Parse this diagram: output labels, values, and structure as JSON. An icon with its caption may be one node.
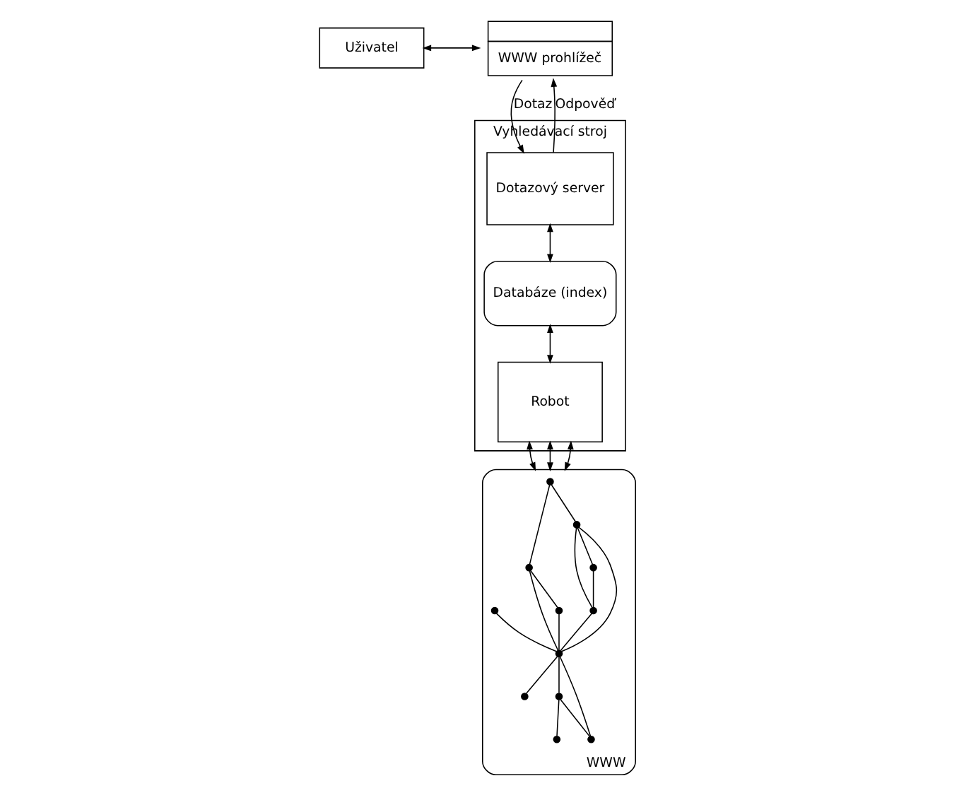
{
  "diagram": {
    "nodes": [
      {
        "text": [
          "Uživatel"
        ]
      },
      {
        "text": [
          "WWW prohlížeč"
        ]
      },
      {
        "text": [
          "Vyhledávací stroj"
        ]
      },
      {
        "text": [
          "Dotazový server"
        ],
        "in": 2
      },
      {
        "text": [
          "Databáze (index)"
        ],
        "in": 2
      },
      {
        "text": [
          "Robot"
        ],
        "in": 2
      },
      {
        "text": [
          "WWW"
        ]
      },
      {
        "text": [],
        "shape": "circle",
        "in": 6
      },
      {
        "text": [],
        "shape": "circle",
        "in": 6
      },
      {
        "text": [],
        "shape": "circle",
        "in": 6
      },
      {
        "text": [],
        "shape": "circle",
        "in": 6
      },
      {
        "text": [],
        "shape": "circle",
        "in": 6
      },
      {
        "text": [],
        "shape": "circle",
        "in": 6
      },
      {
        "text": [],
        "shape": "circle",
        "in": 6
      },
      {
        "text": [],
        "shape": "circle",
        "in": 6
      },
      {
        "text": [],
        "shape": "circle",
        "in": 6
      },
      {
        "text": [],
        "shape": "circle",
        "in": 6
      },
      {
        "text": [],
        "shape": "circle",
        "in": 6
      },
      {
        "text": [],
        "shape": "circle",
        "in": 6
      }
    ],
    "edges": [
      {
        "from": 0,
        "to": 1,
        "arrow": "both"
      },
      {
        "from": 1,
        "to": 3,
        "arrow": "to",
        "label": "Dotaz"
      },
      {
        "from": 3,
        "to": 1,
        "arrow": "to",
        "label": "Odpověď"
      },
      {
        "from": 3,
        "to": 4,
        "arrow": "both"
      },
      {
        "from": 4,
        "to": 5,
        "arrow": "both"
      },
      {
        "from": 5,
        "to": 6,
        "arrow": "both"
      },
      {
        "from": 5,
        "to": 6,
        "arrow": "both"
      },
      {
        "from": 5,
        "to": 6,
        "arrow": "both"
      },
      {
        "from": 7,
        "to": 11,
        "arrow": "none"
      },
      {
        "from": 7,
        "to": 10,
        "arrow": "none"
      },
      {
        "from": 10,
        "to": 8,
        "arrow": "none"
      },
      {
        "from": 10,
        "to": 12,
        "arrow": "none"
      },
      {
        "from": 8,
        "to": 12,
        "arrow": "none"
      },
      {
        "from": 9,
        "to": 12,
        "arrow": "none"
      },
      {
        "from": 11,
        "to": 12,
        "arrow": "none"
      },
      {
        "from": 12,
        "to": 13,
        "arrow": "none"
      },
      {
        "from": 11,
        "to": 14,
        "arrow": "none"
      },
      {
        "from": 11,
        "to": 17,
        "arrow": "none"
      },
      {
        "from": 14,
        "to": 12,
        "arrow": "none"
      },
      {
        "from": 17,
        "to": 14,
        "arrow": "none"
      },
      {
        "from": 12,
        "to": 15,
        "arrow": "none"
      },
      {
        "from": 12,
        "to": 16,
        "arrow": "none"
      },
      {
        "from": 15,
        "to": 16,
        "arrow": "none"
      },
      {
        "from": 15,
        "to": 18,
        "arrow": "none"
      }
    ]
  }
}
